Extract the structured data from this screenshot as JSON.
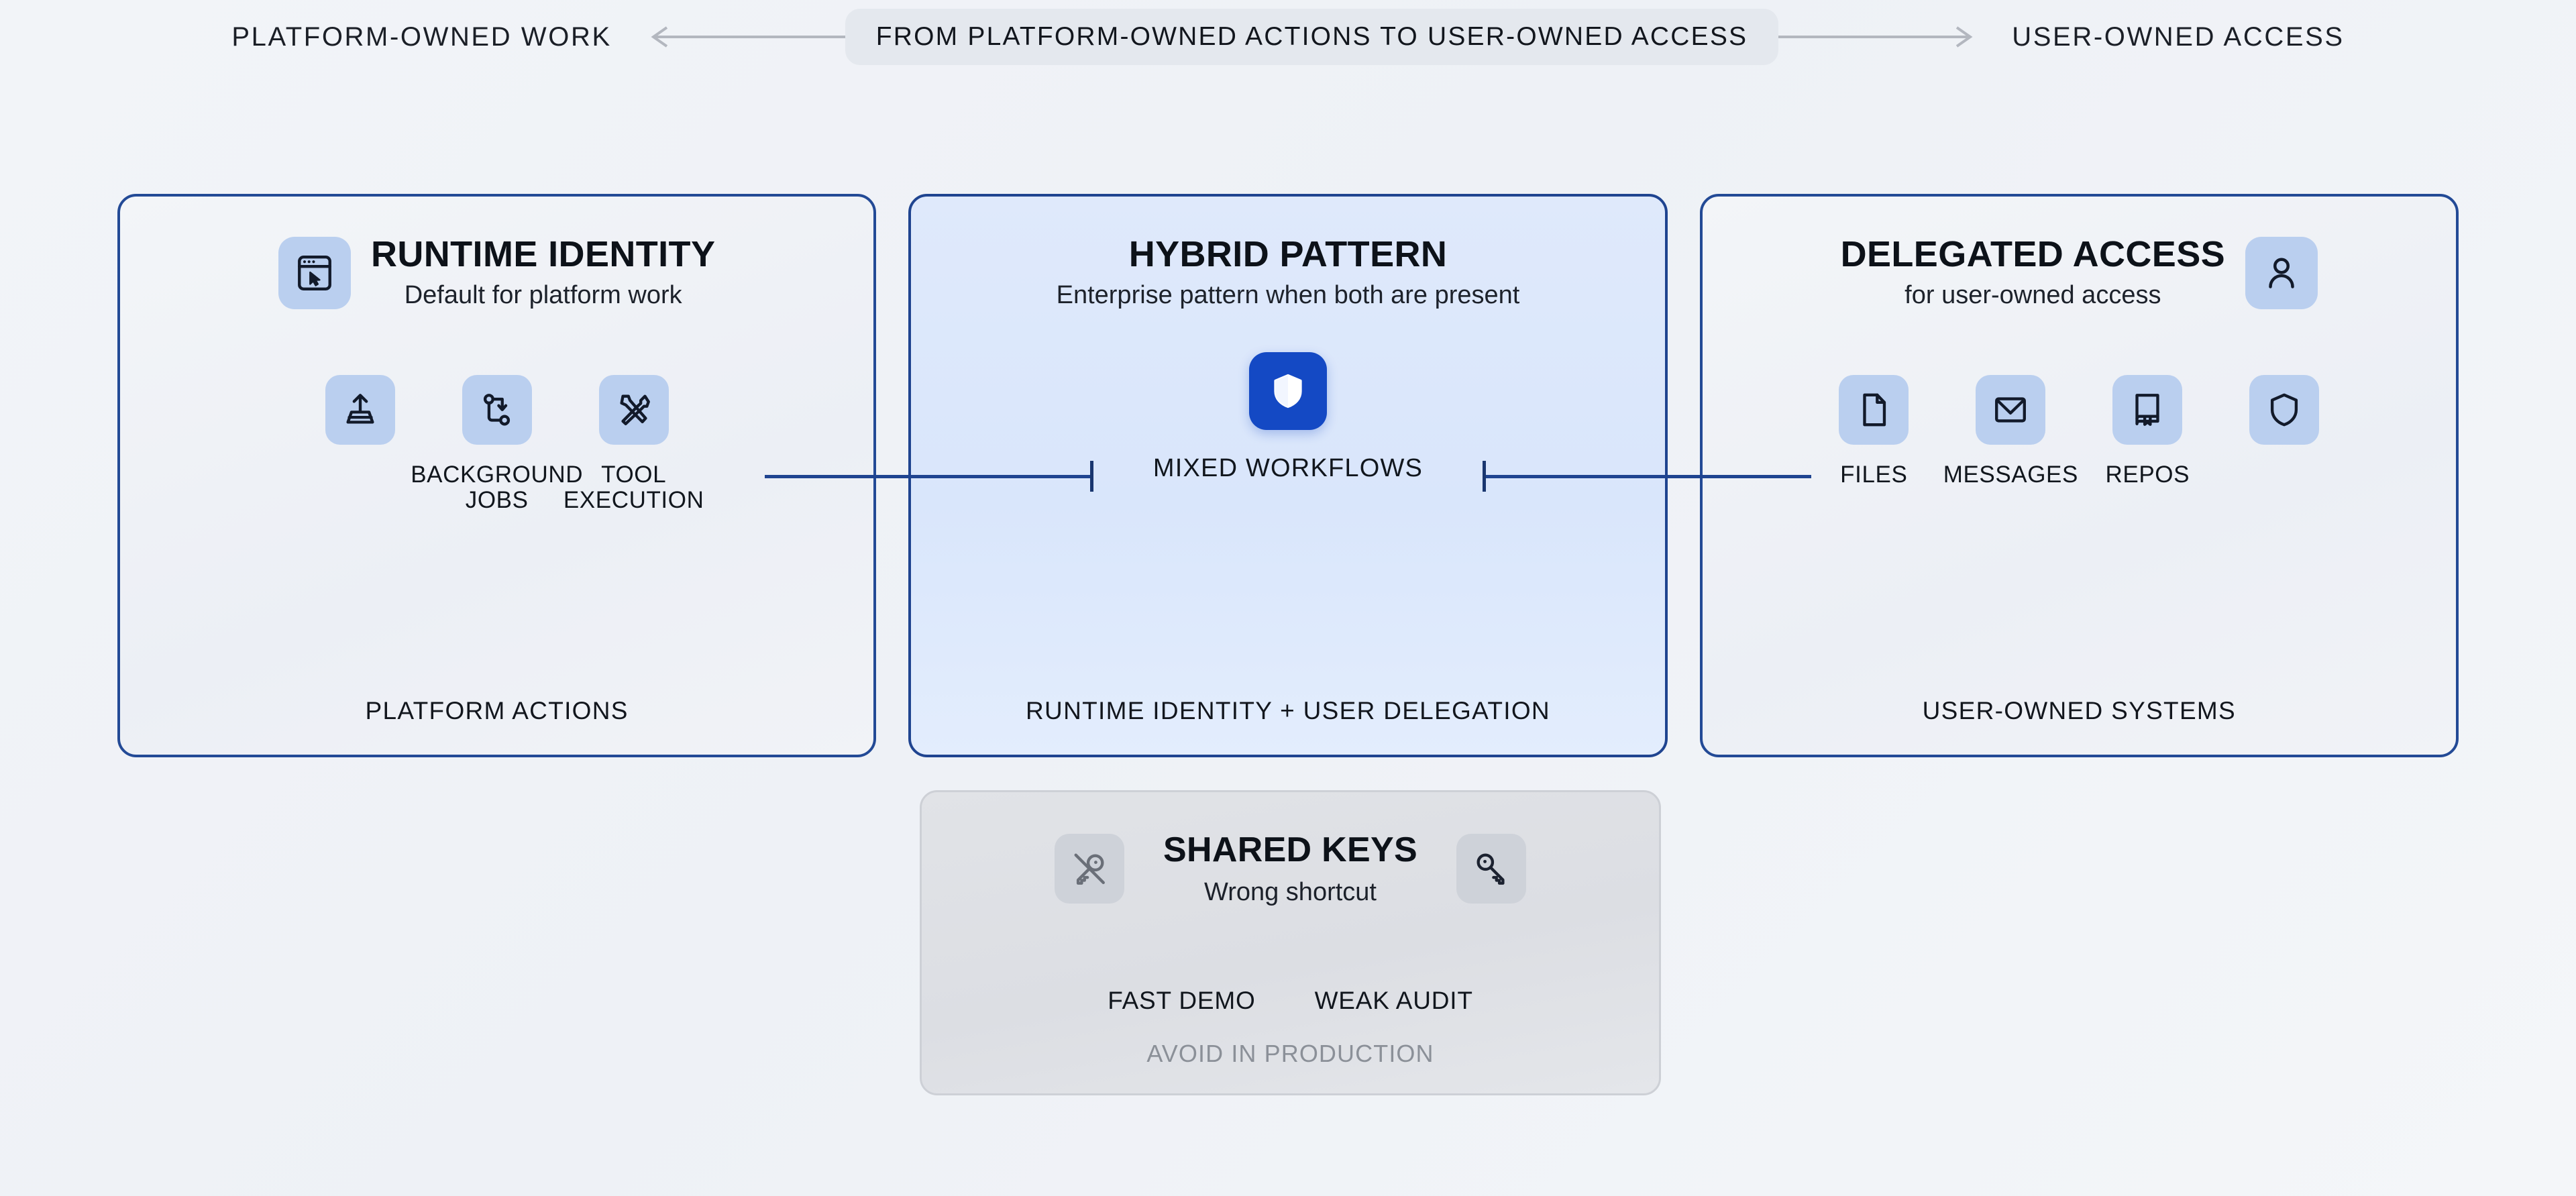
{
  "axis": {
    "left_label": "PLATFORM-OWNED WORK",
    "center_label": "FROM PLATFORM-OWNED ACTIONS TO USER-OWNED ACCESS",
    "right_label": "USER-OWNED ACCESS",
    "left_arrow_icon": "arrow-left-icon",
    "right_arrow_icon": "arrow-right-icon",
    "arrow_color": "#b3b7bf"
  },
  "colors": {
    "panel_border": "#1f4490",
    "center_panel_fill": "#dfe9fb",
    "tile_blue": "#bacfef",
    "tile_gray": "#ced2d9",
    "accent": "#1449c4",
    "muted_text": "#8b9098",
    "background": "#f2f4f8"
  },
  "left_panel": {
    "header_icon": "browser-window-cursor-icon",
    "title": "RUNTIME IDENTITY",
    "subtitle": "Default for platform work",
    "items": [
      {
        "icon": "upload-deploy-icon",
        "label": ""
      },
      {
        "icon": "workflow-branch-icon",
        "label": "BACKGROUND\nJOBS"
      },
      {
        "icon": "tools-wrench-screwdriver-icon",
        "label": "TOOL\nEXECUTION"
      }
    ],
    "footer": "PLATFORM ACTIONS"
  },
  "center_panel": {
    "title": "HYBRID PATTERN",
    "subtitle": "Enterprise pattern when both are present",
    "node_icon": "shield-icon",
    "node_label": "MIXED WORKFLOWS",
    "footer": "RUNTIME IDENTITY + USER DELEGATION"
  },
  "right_panel": {
    "header_icon": "user-person-icon",
    "title": "DELEGATED ACCESS",
    "subtitle": "for user-owned access",
    "items": [
      {
        "icon": "file-document-icon",
        "label": "FILES"
      },
      {
        "icon": "envelope-mail-icon",
        "label": "MESSAGES"
      },
      {
        "icon": "repository-book-icon",
        "label": "REPOS"
      },
      {
        "icon": "shield-outline-icon",
        "label": ""
      }
    ],
    "footer": "USER-OWNED SYSTEMS"
  },
  "warning_card": {
    "left_icon": "key-disabled-icon",
    "right_icon": "key-icon",
    "title": "SHARED KEYS",
    "subtitle": "Wrong shortcut",
    "chips": [
      "FAST DEMO",
      "WEAK AUDIT"
    ],
    "footer": "AVOID IN PRODUCTION"
  }
}
